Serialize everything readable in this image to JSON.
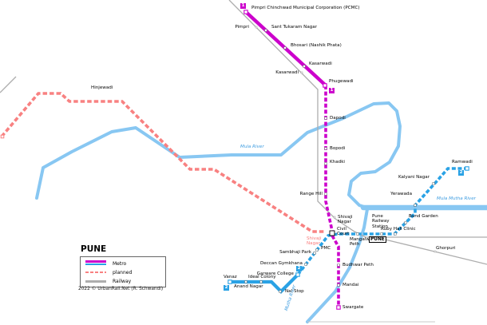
{
  "map_title": "PUNE",
  "legend": {
    "title": "PUNE",
    "metro_label": "Metro",
    "planned_label": "planned",
    "railway_label": "Railway",
    "attribution": "2022 © UrbanRail.Net (R. Schwandl)"
  },
  "badges": {
    "line1": "1",
    "line2": "2"
  },
  "colors": {
    "line1": "#cc00cc",
    "line2": "#2aa2e5",
    "planned": "#f88181",
    "railway": "#adadad",
    "river": "#88c7f2",
    "river_label": "#3d9ce0"
  },
  "labels": {
    "pcmc": "Pimpri Chinchwad Municipal Corporation (PCMC)",
    "sant_tukaram_nagar": "Sant Tukaram Nagar",
    "bhosari": "Bhosari (Nashik Phata)",
    "kasarwadi_metro": "Kasarwadi",
    "phugewadi": "Phugewadi",
    "dapodi": "Dapodi",
    "bopodi": "Bopodi",
    "khadki": "Khadki",
    "range_hill": "Range Hill",
    "civil_court": "Civil Court",
    "budhwar_peth": "Budhwar Peth",
    "mandai": "Mandai",
    "swargate": "Swargate",
    "vanaz": "Vanaz",
    "anand_nagar": "Anand Nagar",
    "ideal_colony": "Ideal Colony",
    "nal_stop": "Nal Stop",
    "garware_college": "Garware College",
    "deccan_gymkhana": "Deccan Gymkhana",
    "sambhaji_park": "Sambhaji Park",
    "pmc": "PMC",
    "mangalwar_peth": "Mangalwar Peth",
    "pune_railway_station": "Pune Railway Station",
    "pune_main": "PUNE",
    "ruby_hall_clinic": "Ruby Hall Clinic",
    "bund_garden": "Bund Garden",
    "yerawada": "Yerawada",
    "kalyani_nagar": "Kalyani Nagar",
    "ramwadi": "Ramwadi",
    "hinjewadi": "Hinjewadi",
    "shivaji_nagar_planned": "Shivaji Nagar",
    "shivaji_nagar_rail": "Shivaji Nagar",
    "pimpri": "Pimpri",
    "kasarwadi_rail": "Kasarwadi",
    "ghorpuri": "Ghorpuri",
    "mula_river": "Mula River",
    "mula_mutha_river": "Mula Mutha River",
    "mutha_river": "Mutha River"
  },
  "network": {
    "line1": {
      "number": "1",
      "open_stations": [
        "Pimpri Chinchwad Municipal Corporation (PCMC)",
        "Sant Tukaram Nagar",
        "Bhosari (Nashik Phata)",
        "Kasarwadi",
        "Phugewadi"
      ],
      "under_construction_stations": [
        "Dapodi",
        "Bopodi",
        "Khadki",
        "Range Hill",
        "Civil Court",
        "Budhwar Peth",
        "Mandai",
        "Swargate"
      ]
    },
    "line2": {
      "number": "2",
      "open_stations": [
        "Vanaz",
        "Anand Nagar",
        "Ideal Colony",
        "Nal Stop",
        "Garware College"
      ],
      "under_construction_stations": [
        "Deccan Gymkhana",
        "Sambhaji Park",
        "PMC",
        "Civil Court",
        "Mangalwar Peth",
        "Pune Railway Station",
        "Ruby Hall Clinic",
        "Bund Garden",
        "Yerawada",
        "Kalyani Nagar",
        "Ramwadi"
      ]
    },
    "planned_line": {
      "stations": [
        "Hinjewadi",
        "Shivaji Nagar"
      ]
    },
    "railway_stations": [
      "Pimpri",
      "Kasarwadi",
      "Shivaji Nagar",
      "PUNE",
      "Ghorpuri"
    ]
  }
}
